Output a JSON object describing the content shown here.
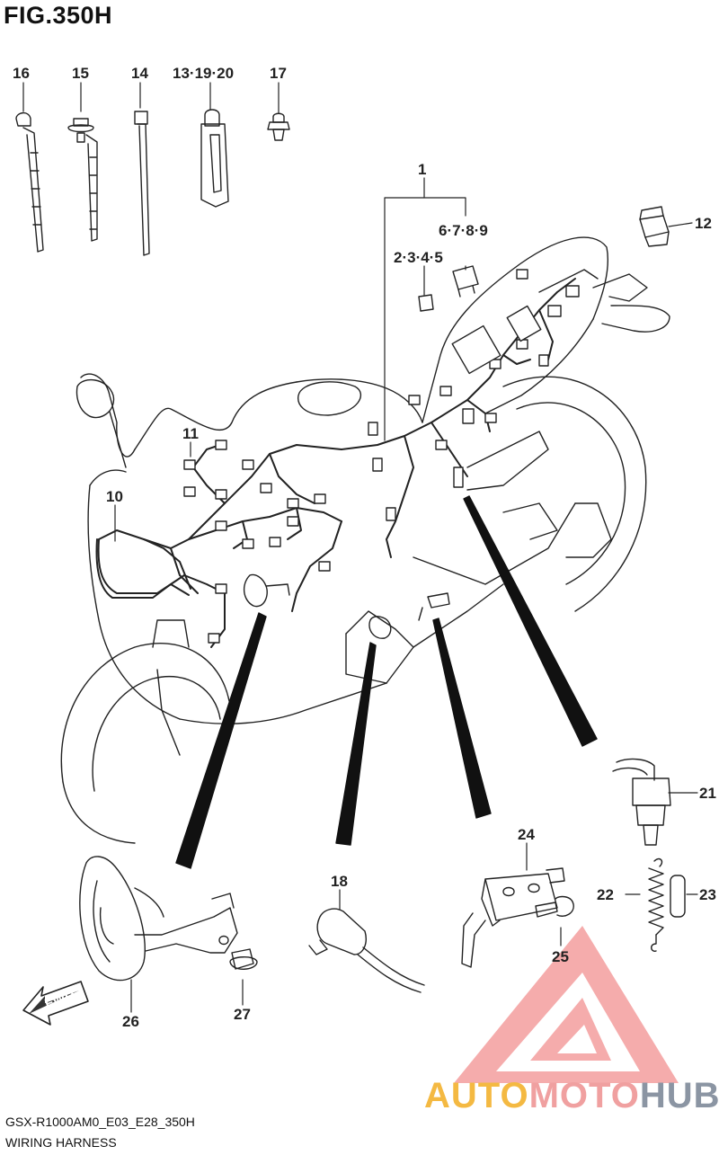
{
  "header": {
    "title": "FIG.350H"
  },
  "parts": {
    "p1": "1",
    "p2_5": "2·3·4·5",
    "p6_9": "6·7·8·9",
    "p10": "10",
    "p11": "11",
    "p12": "12",
    "p13_19_20": "13·19·20",
    "p14": "14",
    "p15": "15",
    "p16": "16",
    "p17": "17",
    "p18": "18",
    "p21": "21",
    "p22": "22",
    "p23": "23",
    "p24": "24",
    "p25": "25",
    "p26": "26",
    "p27": "27"
  },
  "direction": {
    "fwd": "FWD"
  },
  "footer": {
    "code": "GSX-R1000AM0_E03_E28_350H",
    "name": "WIRING HARNESS"
  },
  "watermark": {
    "part1": "AUTO",
    "part2": "MOTO",
    "part3": "HUB"
  },
  "colors": {
    "line": "#222222",
    "watermark_yellow": "#f4b942",
    "watermark_pink": "#f0a0a0",
    "watermark_gray": "#8b95a3"
  }
}
